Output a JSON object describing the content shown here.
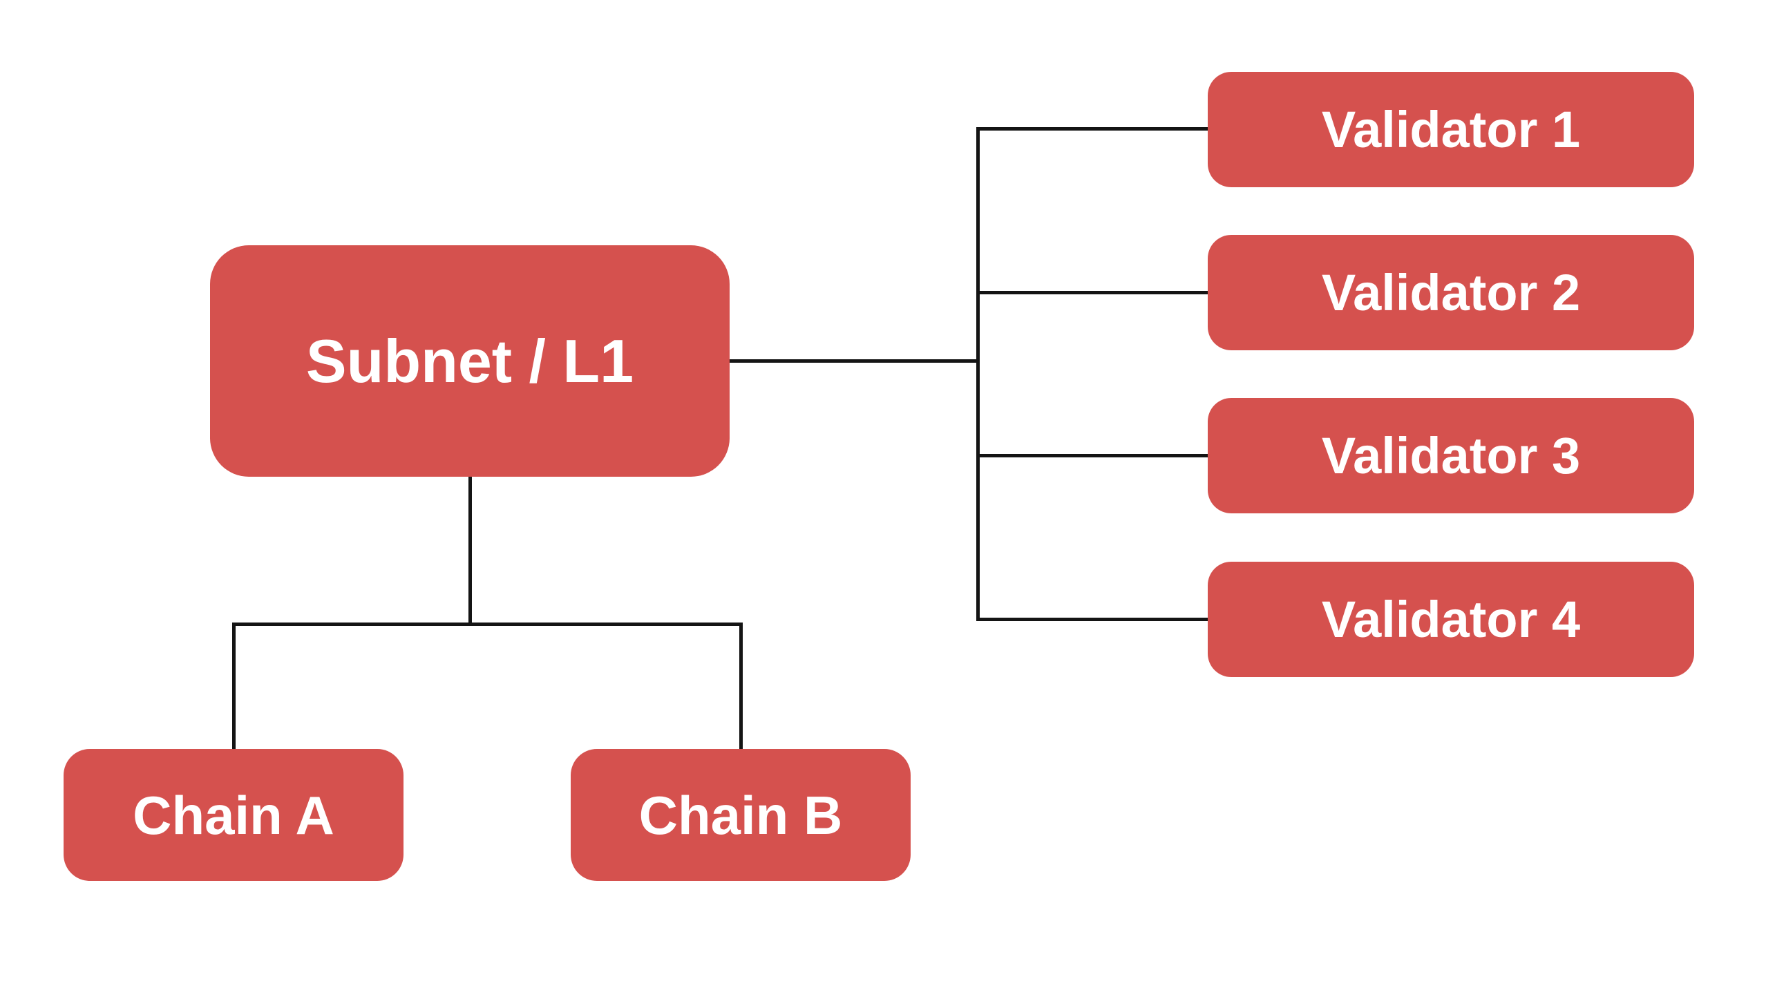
{
  "diagram": {
    "theme": {
      "background": "#FFFFFF",
      "node_fill": "#D5514E",
      "node_text": "#FFFFFF",
      "line_color": "#141414"
    },
    "nodes": {
      "subnet": {
        "label": "Subnet / L1"
      },
      "chain_a": {
        "label": "Chain A"
      },
      "chain_b": {
        "label": "Chain B"
      },
      "validator_1": {
        "label": "Validator 1"
      },
      "validator_2": {
        "label": "Validator 2"
      },
      "validator_3": {
        "label": "Validator 3"
      },
      "validator_4": {
        "label": "Validator 4"
      }
    },
    "edges": [
      {
        "from": "subnet",
        "to": "validator_1"
      },
      {
        "from": "subnet",
        "to": "validator_2"
      },
      {
        "from": "subnet",
        "to": "validator_3"
      },
      {
        "from": "subnet",
        "to": "validator_4"
      },
      {
        "from": "subnet",
        "to": "chain_a"
      },
      {
        "from": "subnet",
        "to": "chain_b"
      }
    ]
  }
}
